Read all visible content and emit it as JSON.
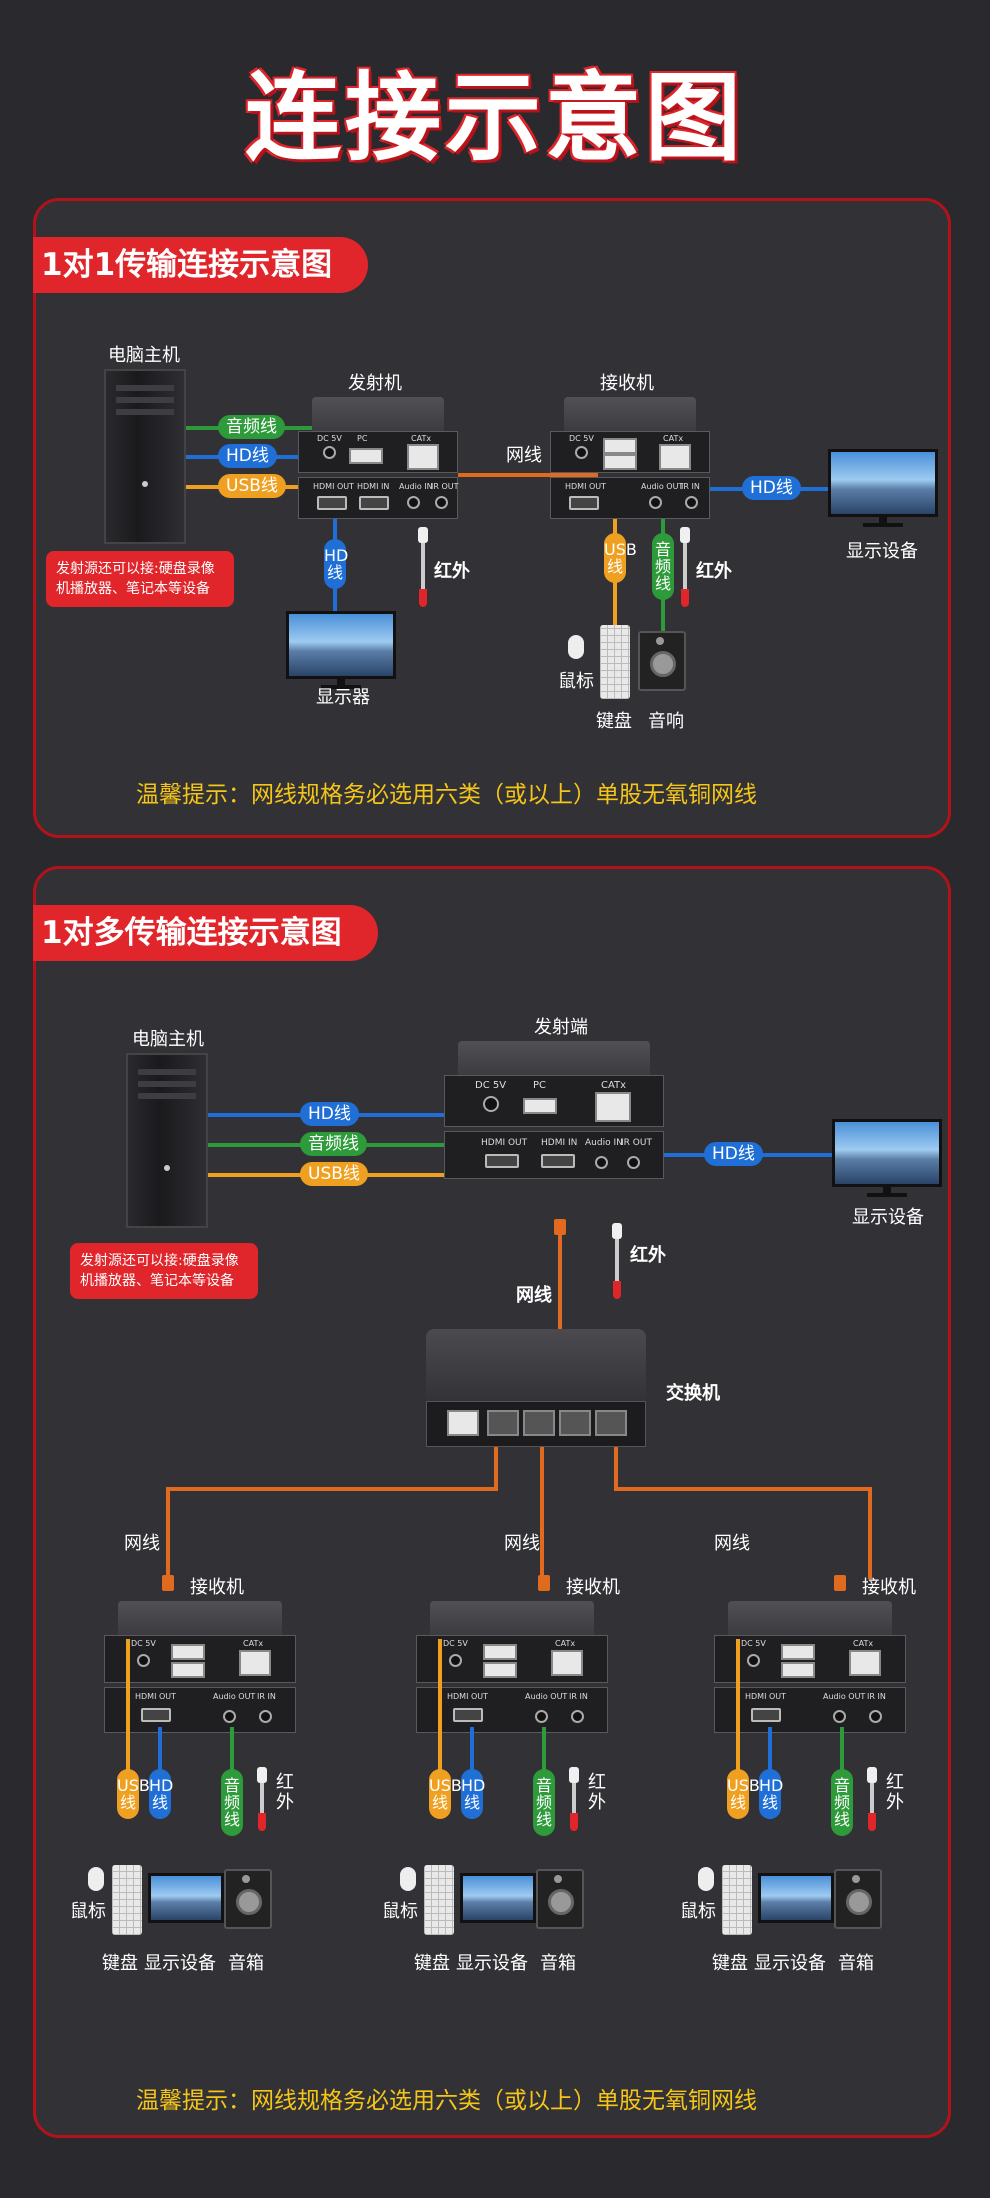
{
  "main_title": "连接示意图",
  "section1": {
    "tag": "1对1传输连接示意图",
    "pc_label": "电脑主机",
    "transmitter_label": "发射机",
    "receiver_label": "接收机",
    "network_label": "网线",
    "cable_audio": "音频线",
    "cable_hd": "HD线",
    "cable_usb": "USB线",
    "cable_hd_rx": "HD线",
    "cable_hd_tx_v": "HD线",
    "cable_usb_rx": "USB线",
    "cable_audio_rx": "音频线",
    "ir_label_tx": "红外",
    "ir_label_rx": "红外",
    "display_device": "显示设备",
    "monitor_label": "显示器",
    "mouse_label": "鼠标",
    "keyboard_label": "键盘",
    "speaker_label": "音响",
    "note": "发射源还可以接:硬盘录像机播放器、笔记本等设备",
    "tip": "温馨提示：网线规格务必选用六类（或以上）单股无氧铜网线"
  },
  "section2": {
    "tag": "1对多传输连接示意图",
    "pc_label": "电脑主机",
    "transmitter_label": "发射端",
    "cable_hd": "HD线",
    "cable_audio": "音频线",
    "cable_usb": "USB线",
    "cable_hd_out": "HD线",
    "display_device": "显示设备",
    "ir_label": "红外",
    "network_label": "网线",
    "switch_label": "交换机",
    "note": "发射源还可以接:硬盘录像机播放器、笔记本等设备",
    "receivers": [
      {
        "net": "网线",
        "label": "接收机",
        "usb": "USB线",
        "hd": "HD线",
        "audio": "音频线",
        "ir": "红外",
        "mouse": "鼠标",
        "keyboard": "键盘",
        "display": "显示设备",
        "speaker": "音箱"
      },
      {
        "net": "网线",
        "label": "接收机",
        "usb": "USB线",
        "hd": "HD线",
        "audio": "音频线",
        "ir": "红外",
        "mouse": "鼠标",
        "keyboard": "键盘",
        "display": "显示设备",
        "speaker": "音箱"
      },
      {
        "net": "网线",
        "label": "接收机",
        "usb": "USB线",
        "hd": "HD线",
        "audio": "音频线",
        "ir": "红外",
        "mouse": "鼠标",
        "keyboard": "键盘",
        "display": "显示设备",
        "speaker": "音箱"
      }
    ],
    "tip": "温馨提示：网线规格务必选用六类（或以上）单股无氧铜网线"
  },
  "ports": {
    "dc": "DC 5V",
    "pc": "PC",
    "catx": "CATx",
    "hdmi_out": "HDMI OUT",
    "hdmi_in": "HDMI IN",
    "audio_in": "Audio IN",
    "ir_out": "IR OUT",
    "audio_out": "Audio OUT",
    "ir_in": "IR IN"
  },
  "colors": {
    "accent_red": "#e0252b",
    "audio_green": "#2e9b3a",
    "hd_blue": "#1f6fd6",
    "usb_orange": "#f0a020",
    "tip_yellow": "#f5c518",
    "network_orange": "#e06a20"
  }
}
